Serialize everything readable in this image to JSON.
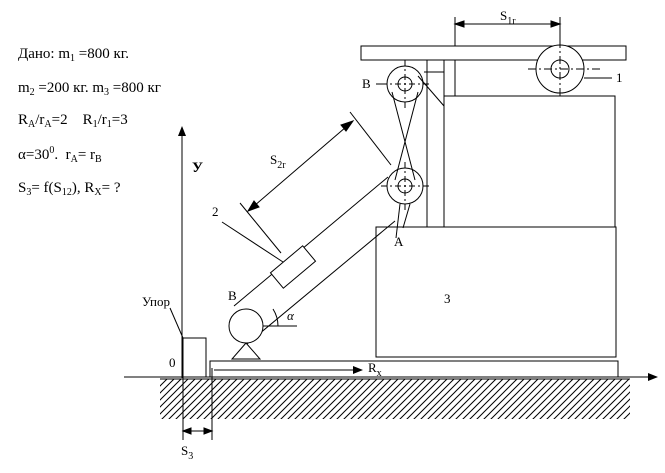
{
  "given": {
    "line1": {
      "pre": "Дано: m",
      "sub": "1",
      "post": " =800 кг."
    },
    "line2": {
      "a": "m",
      "a_sub": "2",
      "b": " =200 кг. m",
      "b_sub": "3",
      "c": " =800 кг"
    },
    "line3": {
      "a": "R",
      "a_sub": "A",
      "b": "/r",
      "b_sub": "A",
      "c": "=2    R",
      "c_sub": "1",
      "d": "/r",
      "d_sub": "1",
      "e": "=3"
    },
    "line4": {
      "a": "α=30",
      "a_sup": "0",
      "b": ".  r",
      "b_sub": "A",
      "c": "= r",
      "c_sub": "B"
    },
    "line5": {
      "a": "S",
      "a_sub": "3",
      "b": "= f(S",
      "b_sub": "12",
      "c": "), R",
      "c_sub": "X",
      "d": "= ?"
    }
  },
  "labels": {
    "s1": "S",
    "s1_sub": "1r",
    "s2": "S",
    "s2_sub": "2r",
    "s3": "S",
    "s3_sub": "3",
    "rx": "R",
    "rx_sub": "x",
    "y_axis": "У",
    "upor": "Упор",
    "zero": "0",
    "body1": "1",
    "body2": "2",
    "body3": "3",
    "pulley_b_top": "B",
    "pulley_b_bottom": "B",
    "point_a": "A",
    "alpha": "α"
  },
  "colors": {
    "line": "#000000",
    "background": "#ffffff"
  }
}
